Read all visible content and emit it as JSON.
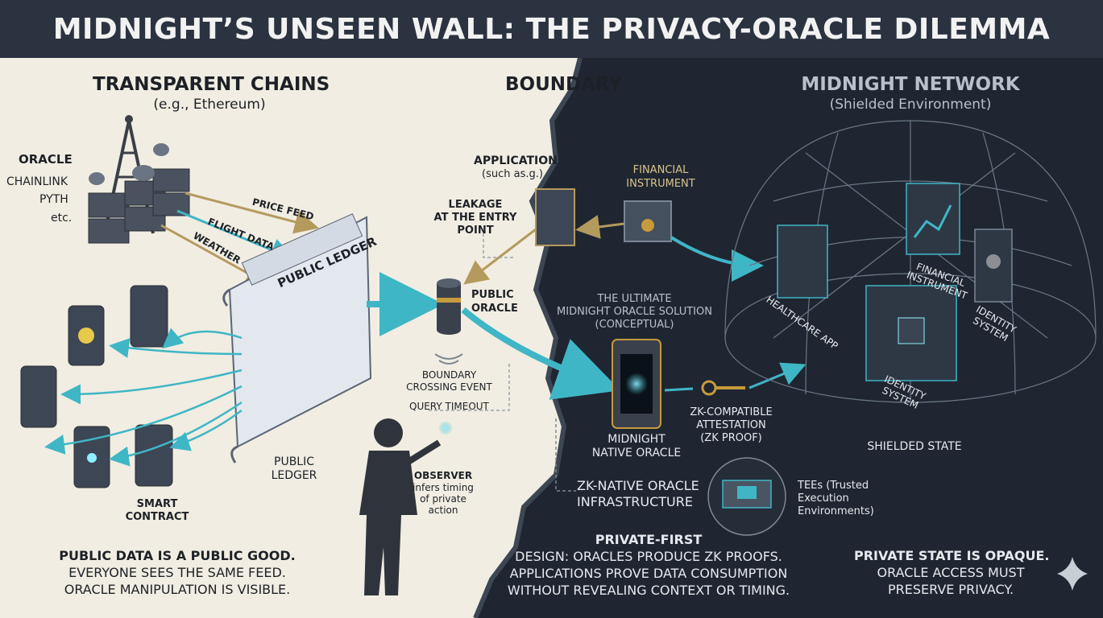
{
  "title": "MIDNIGHT’S UNSEEN WALL: THE PRIVACY-ORACLE DILEMMA",
  "left": {
    "heading": "TRANSPARENT CHAINS",
    "subheading": "(e.g., Ethereum)",
    "oracle_label": "ORACLE",
    "oracle_items": [
      "CHAINLINK",
      "PYTH",
      "etc."
    ],
    "feeds": [
      "PRICE FEED",
      "FLIGHT DATA",
      "WEATHER"
    ],
    "ledger_banner": "PUBLIC LEDGER",
    "ledger_label": [
      "PUBLIC",
      "LEDGER"
    ],
    "contract_label": [
      "SMART",
      "CONTRACT"
    ],
    "footer": [
      "PUBLIC DATA IS A PUBLIC GOOD.",
      "EVERYONE SEES THE SAME FEED.",
      "ORACLE MANIPULATION IS VISIBLE."
    ]
  },
  "boundary": {
    "heading": "BOUNDARY",
    "application": [
      "APPLICATION",
      "(such as.g.)"
    ],
    "leakage": [
      "LEAKAGE",
      "AT THE ENTRY",
      "POINT"
    ],
    "public_oracle": [
      "PUBLIC",
      "ORACLE"
    ],
    "crossing": [
      "BOUNDARY",
      "CROSSING EVENT"
    ],
    "timeout": "QUERY TIMEOUT",
    "observer": [
      "OBSERVER",
      "infers timing",
      "of private",
      "action"
    ]
  },
  "right": {
    "heading": "MIDNIGHT NETWORK",
    "subheading": "(Shielded Environment)",
    "financial_instrument": [
      "FINANCIAL",
      "INSTRUMENT"
    ],
    "ultimate": [
      "THE ULTIMATE",
      "MIDNIGHT ORACLE SOLUTION",
      "(CONCEPTUAL)"
    ],
    "native_oracle": [
      "MIDNIGHT",
      "NATIVE ORACLE"
    ],
    "attestation": [
      "ZK-COMPATIBLE",
      "ATTESTATION",
      "(ZK PROOF)"
    ],
    "zk_infra": [
      "ZK-NATIVE ORACLE",
      "INFRASTRUCTURE"
    ],
    "tee": [
      "TEEs (Trusted",
      "Execution",
      "Environments)"
    ],
    "dome_panels": [
      "HEALTHCARE APP",
      "FINANCIAL INSTRUMENT",
      "IDENTITY SYSTEM",
      "IDENTITY SYSTEM"
    ],
    "shielded_state": "SHIELDED STATE",
    "design": [
      "PRIVATE-FIRST",
      "DESIGN: ORACLES PRODUCE ZK PROOFS.",
      "APPLICATIONS PROVE DATA CONSUMPTION",
      "WITHOUT REVEALING CONTEXT OR TIMING."
    ],
    "footer": [
      "PRIVATE STATE IS OPAQUE.",
      "ORACLE ACCESS MUST",
      "PRESERVE PRIVACY."
    ]
  },
  "colors": {
    "left_bg": "#f1ede2",
    "right_bg": "#1f2631",
    "title_bar": "#2b3340",
    "teal": "#3fb6c6",
    "gold": "#b59a5e"
  }
}
